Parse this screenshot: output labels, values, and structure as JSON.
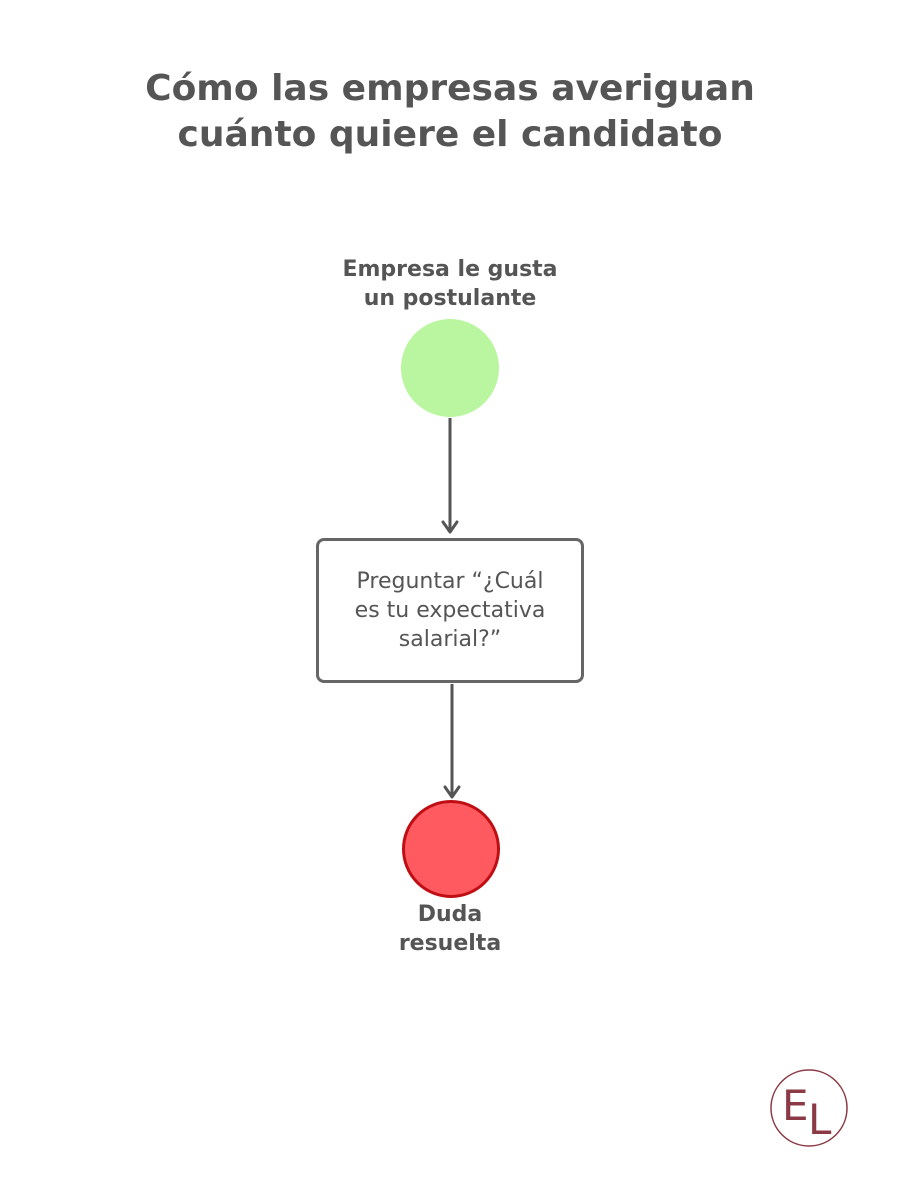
{
  "title": {
    "line1": "Cómo las empresas averiguan",
    "line2": "cuánto quiere el candidato"
  },
  "flow": {
    "start": {
      "label_line1": "Empresa le gusta",
      "label_line2": "un postulante",
      "color": "#baf5a0"
    },
    "process": {
      "line1": "Preguntar “¿Cuál",
      "line2": "es tu expectativa",
      "line3": "salarial?”"
    },
    "end": {
      "label_line1": "Duda",
      "label_line2": "resuelta",
      "fill_color": "#ff5a5f",
      "border_color": "#c00e15"
    },
    "arrow_color": "#555555"
  },
  "logo": {
    "letters": "EL",
    "color": "#8b3a45"
  }
}
